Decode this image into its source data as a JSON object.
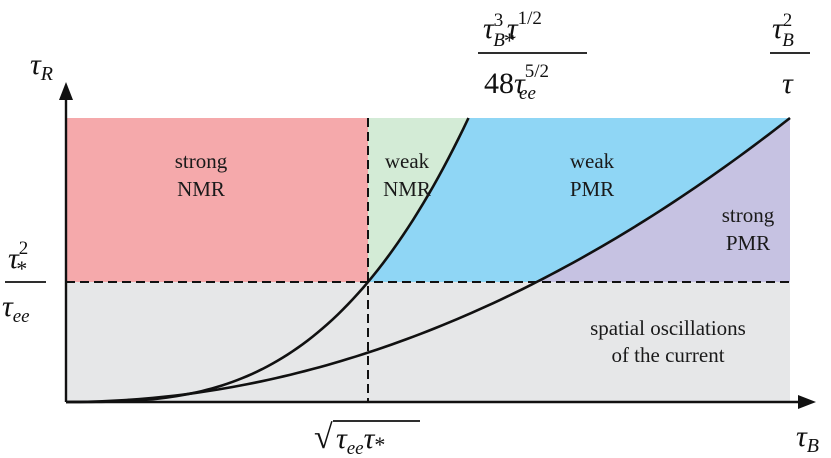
{
  "colors": {
    "strong_nmr": "#f5a9ab",
    "weak_nmr": "#d3ebd6",
    "weak_pmr": "#8fd6f5",
    "strong_pmr": "#c6c2e2",
    "spatial_oscillations": "#e6e7e8",
    "axis": "#111111"
  },
  "axes": {
    "y_label": {
      "symbol": "τ",
      "subscript": "R"
    },
    "x_label": {
      "symbol": "τ",
      "subscript": "B"
    }
  },
  "regions": {
    "strong_nmr": {
      "line1": "strong",
      "line2": "NMR"
    },
    "weak_nmr": {
      "line1": "weak",
      "line2": "NMR"
    },
    "weak_pmr": {
      "line1": "weak",
      "line2": "PMR"
    },
    "strong_pmr": {
      "line1": "strong",
      "line2": "PMR"
    },
    "spatial": {
      "line1": "spatial oscillations",
      "line2": "of the current"
    }
  },
  "annotations": {
    "curve1_label": {
      "num_a": "τ",
      "num_a_sub": "B",
      "num_a_sup": "3",
      "num_b": "τ",
      "num_b_sub": "*",
      "num_b_sup": "1/2",
      "den_coef": "48",
      "den": "τ",
      "den_sub": "ee",
      "den_sup": "5/2"
    },
    "curve2_label": {
      "num": "τ",
      "num_sub": "B",
      "num_sup": "2",
      "den": "τ"
    },
    "y_threshold": {
      "num": "τ",
      "num_sub": "*",
      "num_sup": "2",
      "den": "τ",
      "den_sub": "ee"
    },
    "x_threshold": {
      "sqrt_symbol": "√",
      "a": "τ",
      "a_sub": "ee",
      "b": "τ",
      "b_sub": "*"
    }
  }
}
